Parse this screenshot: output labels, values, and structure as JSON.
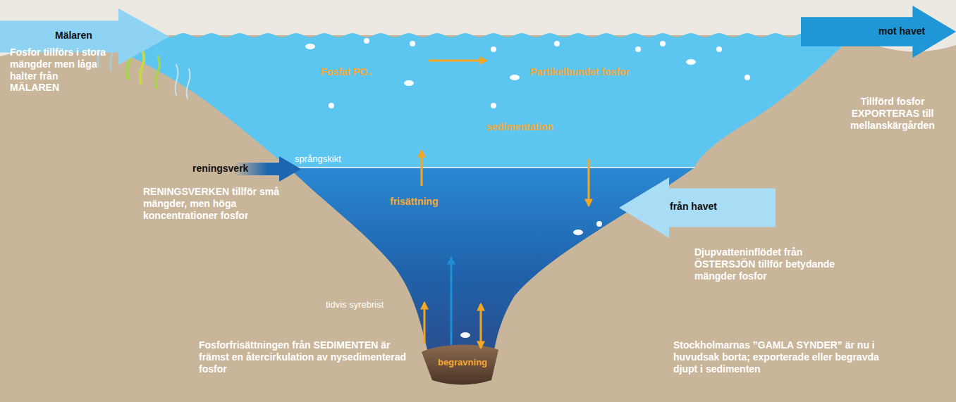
{
  "diagram": {
    "nodes": [
      {
        "text": [
          "Mälaren"
        ]
      },
      {
        "text": [
          "mot havet"
        ]
      },
      {
        "text": [
          "reningsverk"
        ]
      },
      {
        "text": [
          "från havet"
        ]
      }
    ],
    "labels": [
      "Fosfor tillförs i stora mängder men låga halter från MÄLAREN",
      "Fosfat PO₄",
      "Partikelbundet fosfor",
      "Tillförd fosfor EXPORTERAS till mellanskärgården",
      "språngskikt",
      "sedimentation",
      "frisättning",
      "RENINGSVERKEN tillför små mängder, men höga koncentrationer fosfor",
      "Djupvatteninflödet från ÖSTERSJÖN tillför betydande mängder fosfor",
      "tidvis syrebrist",
      "begravning",
      "Fosforfrisättningen från SEDIMENTEN är främst en återcirkulation av nysedimenterad fosfor",
      "Stockholmarnas ”GAMLA SYNDER” är nu i huvudsak borta; exporterade eller begravda djupt i sedimenten"
    ]
  }
}
